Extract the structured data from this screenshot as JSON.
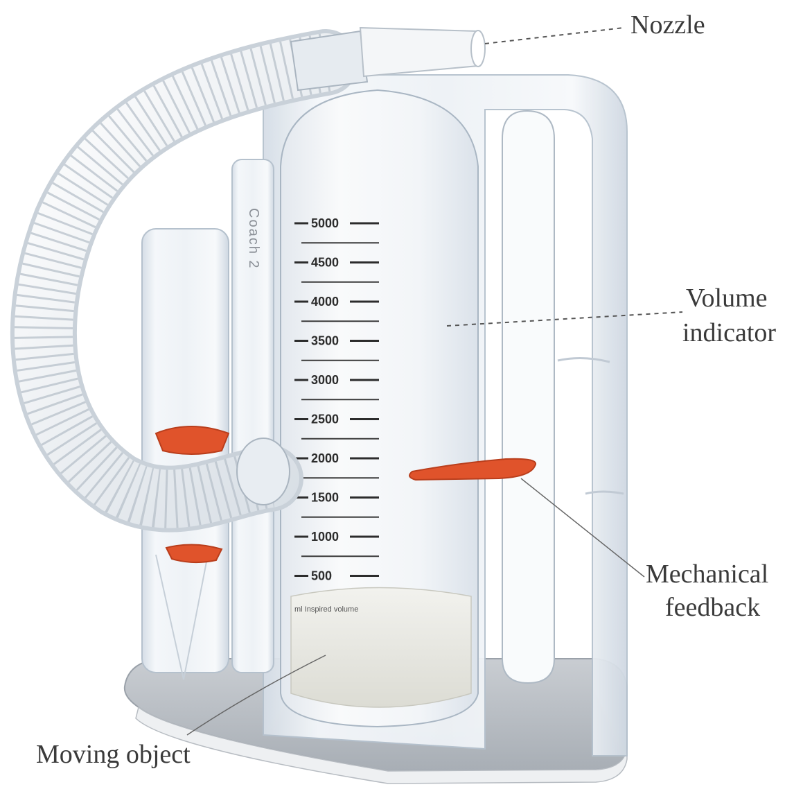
{
  "labels": {
    "nozzle": "Nozzle",
    "volume_indicator_line1": "Volume",
    "volume_indicator_line2": "indicator",
    "mechanical_feedback_line1": "Mechanical",
    "mechanical_feedback_line2": "feedback",
    "moving_object": "Moving object"
  },
  "scale_marks": [
    "5000",
    "4500",
    "4000",
    "3500",
    "3000",
    "2500",
    "2000",
    "1500",
    "1000",
    "500"
  ],
  "scale_footer": "ml Inspired volume",
  "brand": "Coach 2",
  "indicator_level_ml": 2000,
  "colors": {
    "indicator": "#e0532b",
    "indicator_dark": "#b93e1c",
    "tube": "#e9edf1",
    "plastic": "#dfe6ee",
    "label": "#3a3a3a"
  }
}
